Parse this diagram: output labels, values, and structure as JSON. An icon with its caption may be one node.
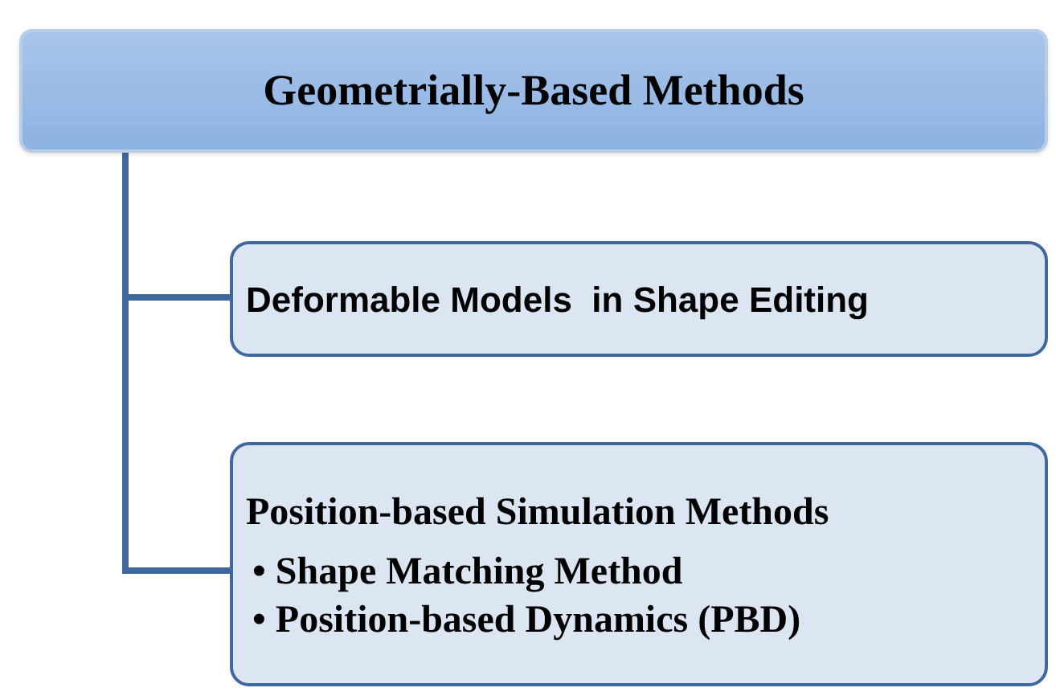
{
  "diagram": {
    "nodes": [
      {
        "text": [
          "Geometrially-Based Methods"
        ]
      },
      {
        "text": [
          "Deformable Models  in Shape Editing"
        ]
      },
      {
        "text": [
          "Position-based Simulation Methods",
          "• Shape Matching Method",
          "• Position-based Dynamics (PBD)"
        ]
      }
    ],
    "edges": [
      {
        "from": 0,
        "to": 1,
        "arrow": "none"
      },
      {
        "from": 0,
        "to": 2,
        "arrow": "none"
      }
    ]
  }
}
